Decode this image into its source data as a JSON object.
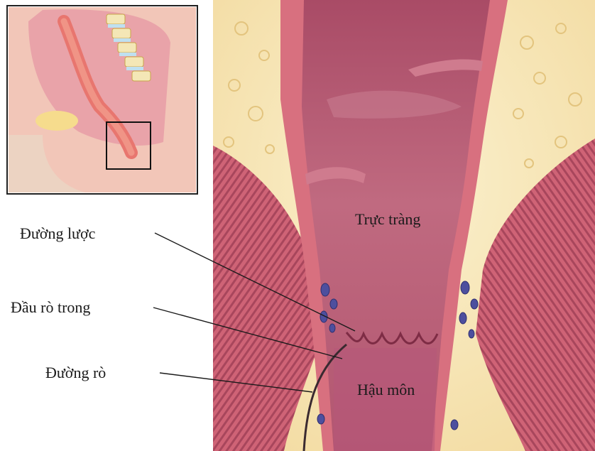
{
  "labels": {
    "rectum": "Trực tràng",
    "anus": "Hậu môn",
    "pectinate_line": "Đường lược",
    "internal_opening": "Đầu rò trong",
    "fistula_tract": "Đường rò"
  },
  "colors": {
    "lumen": "#b65a72",
    "lumen_dark": "#8f3d57",
    "wall": "#d8707f",
    "muscle": "#c95a6c",
    "muscle_stripe": "#9e3b52",
    "fat": "#f7e6b8",
    "fat_bubble": "#e9cf8f",
    "vein": "#4d4f9e",
    "fistula": "#3a2a30",
    "skin": "#f2c6b8"
  }
}
